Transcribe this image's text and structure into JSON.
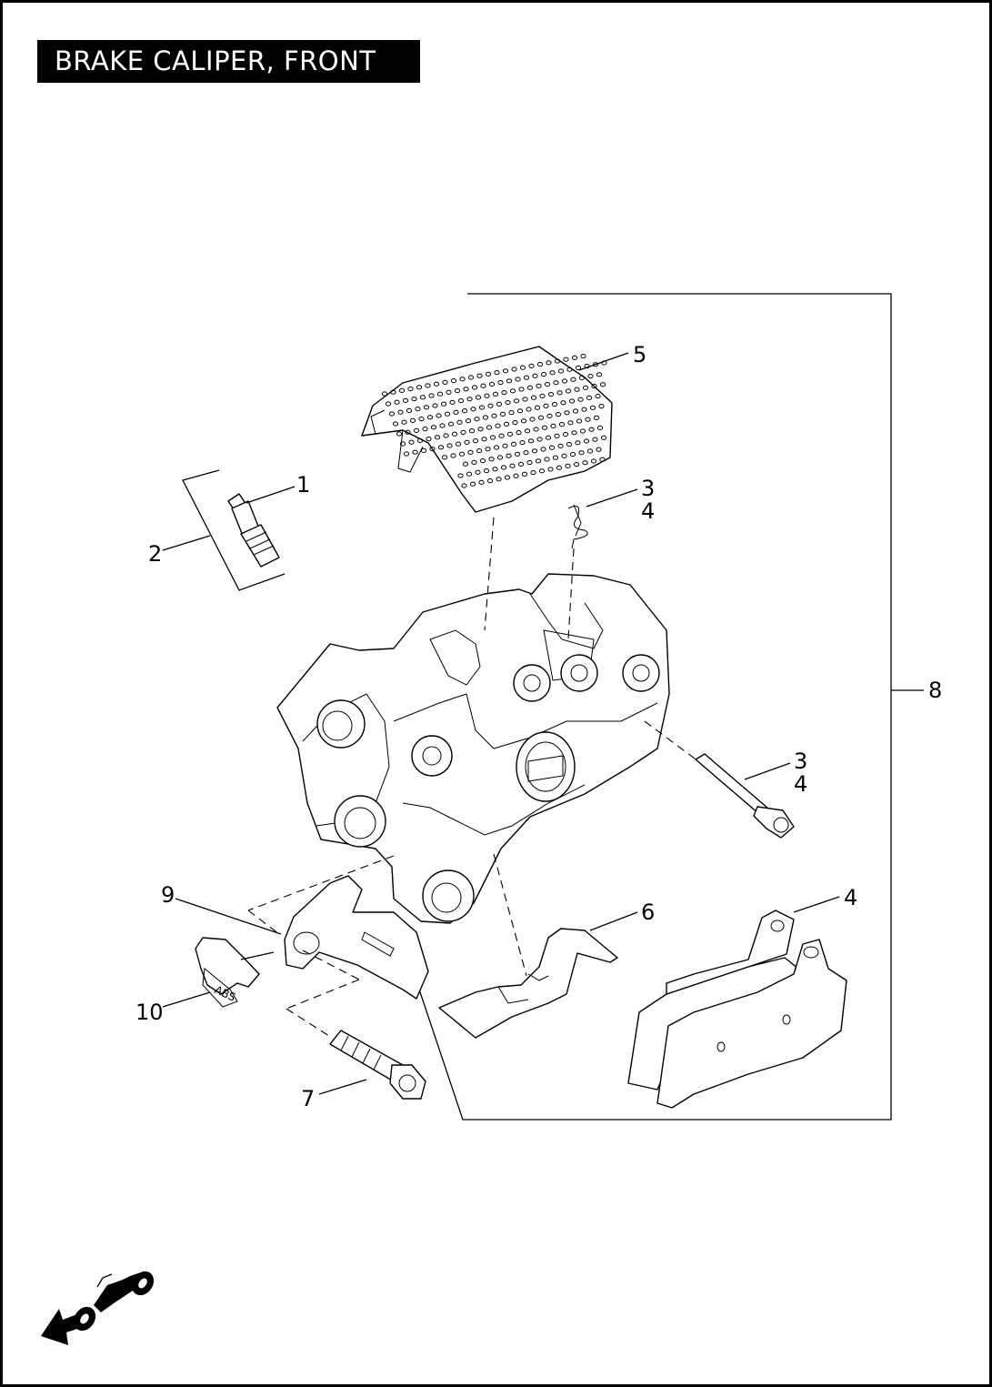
{
  "title": "BRAKE CALIPER, FRONT",
  "callouts": {
    "c1": "1",
    "c2": "2",
    "c3a": "3",
    "c4a": "4",
    "c3b": "3",
    "c4b": "4",
    "c4c": "4",
    "c5": "5",
    "c6": "6",
    "c7": "7",
    "c8": "8",
    "c9": "9",
    "c10": "10"
  },
  "abs_marking": "ABS",
  "icons": {
    "orientation": "motorcycle-front-direction-icon"
  }
}
